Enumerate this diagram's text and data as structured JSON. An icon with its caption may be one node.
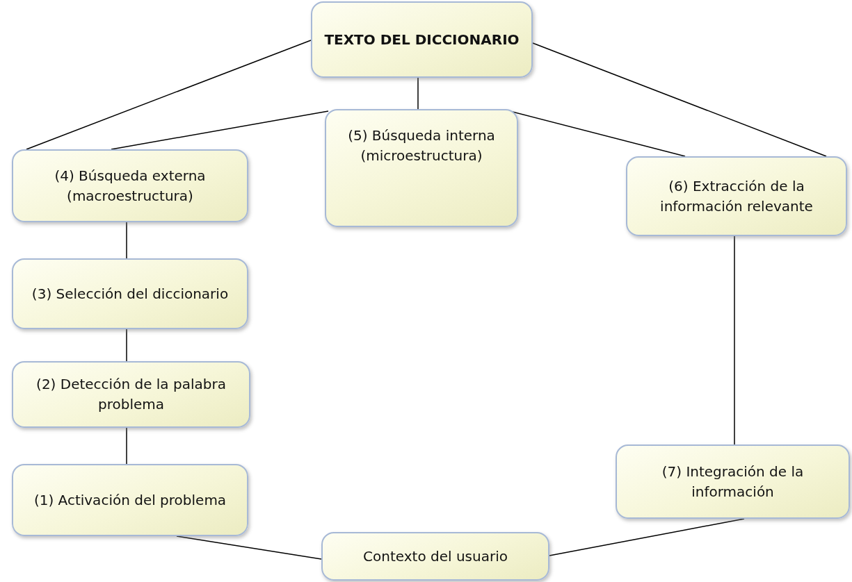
{
  "diagram": {
    "nodes": [
      {
        "text": [
          "TEXTO DEL DICCIONARIO"
        ]
      },
      {
        "text": [
          "(4) Búsqueda externa (macroestructura)"
        ]
      },
      {
        "text": [
          "(5) Búsqueda interna (microestructura)"
        ]
      },
      {
        "text": [
          "(6) Extracción de la información relevante"
        ]
      },
      {
        "text": [
          "(3) Selección del diccionario"
        ]
      },
      {
        "text": [
          "(2) Detección de la palabra problema"
        ]
      },
      {
        "text": [
          "(1) Activación del problema"
        ]
      },
      {
        "text": [
          "(7) Integración de la información"
        ]
      },
      {
        "text": [
          "Contexto del usuario"
        ]
      }
    ],
    "edges": [
      {
        "from": 0,
        "to": 1,
        "arrow": "none"
      },
      {
        "from": 0,
        "to": 2,
        "arrow": "none"
      },
      {
        "from": 0,
        "to": 3,
        "arrow": "none"
      },
      {
        "from": 2,
        "to": 1,
        "arrow": "none"
      },
      {
        "from": 2,
        "to": 3,
        "arrow": "none"
      },
      {
        "from": 1,
        "to": 4,
        "arrow": "none"
      },
      {
        "from": 4,
        "to": 5,
        "arrow": "none"
      },
      {
        "from": 5,
        "to": 6,
        "arrow": "none"
      },
      {
        "from": 3,
        "to": 7,
        "arrow": "none"
      },
      {
        "from": 6,
        "to": 8,
        "arrow": "none"
      },
      {
        "from": 8,
        "to": 7,
        "arrow": "none"
      }
    ]
  }
}
